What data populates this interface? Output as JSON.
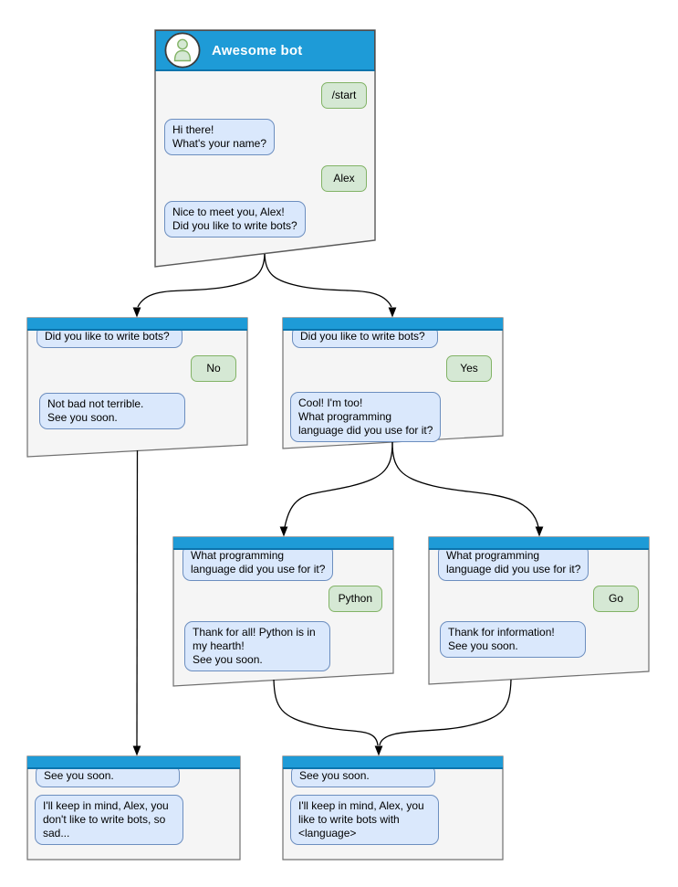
{
  "diagram_title": "Chat bot conversation flow",
  "colors": {
    "titlebar_blue": "#1E9BD7",
    "titlebar_edge": "#0C74AD",
    "window_bg": "#F5F5F5",
    "window_border": "#666666",
    "bot_bubble_bg": "#DAE8FC",
    "bot_bubble_border": "#6C8EBF",
    "user_bubble_bg": "#D5E8D4",
    "user_bubble_border": "#82B366",
    "title_text": "#FFFFFF",
    "connector": "#000000"
  },
  "icons": {
    "avatar": "person-icon"
  },
  "windows": {
    "main": {
      "title": "Awesome bot",
      "messages": [
        {
          "side": "user",
          "text": "/start"
        },
        {
          "side": "bot",
          "text": "Hi there!\nWhat's your name?"
        },
        {
          "side": "user",
          "text": "Alex"
        },
        {
          "side": "bot",
          "text": "Nice to meet you, Alex!\nDid you like to write bots?"
        }
      ]
    },
    "branch_no": {
      "messages": [
        {
          "side": "bot",
          "text": "Did you like to write bots?"
        },
        {
          "side": "user",
          "text": "No"
        },
        {
          "side": "bot",
          "text": "Not bad not terrible.\nSee you soon."
        }
      ]
    },
    "branch_yes": {
      "messages": [
        {
          "side": "bot",
          "text": "Did you like to write bots?"
        },
        {
          "side": "user",
          "text": "Yes"
        },
        {
          "side": "bot",
          "text": "Cool! I'm too!\nWhat programming\nlanguage did you use for it?"
        }
      ]
    },
    "branch_python": {
      "messages": [
        {
          "side": "bot",
          "text": "What programming\nlanguage did you use for it?"
        },
        {
          "side": "user",
          "text": "Python"
        },
        {
          "side": "bot",
          "text": "Thank for all! Python is in\nmy hearth!\nSee you soon."
        }
      ]
    },
    "branch_go": {
      "messages": [
        {
          "side": "bot",
          "text": "What programming\nlanguage did you use for it?"
        },
        {
          "side": "user",
          "text": "Go"
        },
        {
          "side": "bot",
          "text": "Thank for information!\nSee you soon."
        }
      ]
    },
    "end_no": {
      "messages": [
        {
          "side": "bot",
          "text": "See you soon."
        },
        {
          "side": "bot",
          "text": "I'll keep in mind, Alex, you\ndon't like to write bots, so\nsad..."
        }
      ]
    },
    "end_yes": {
      "messages": [
        {
          "side": "bot",
          "text": "See you soon."
        },
        {
          "side": "bot",
          "text": "I'll keep in mind, Alex, you\nlike to write bots with\n<language>"
        }
      ]
    }
  }
}
